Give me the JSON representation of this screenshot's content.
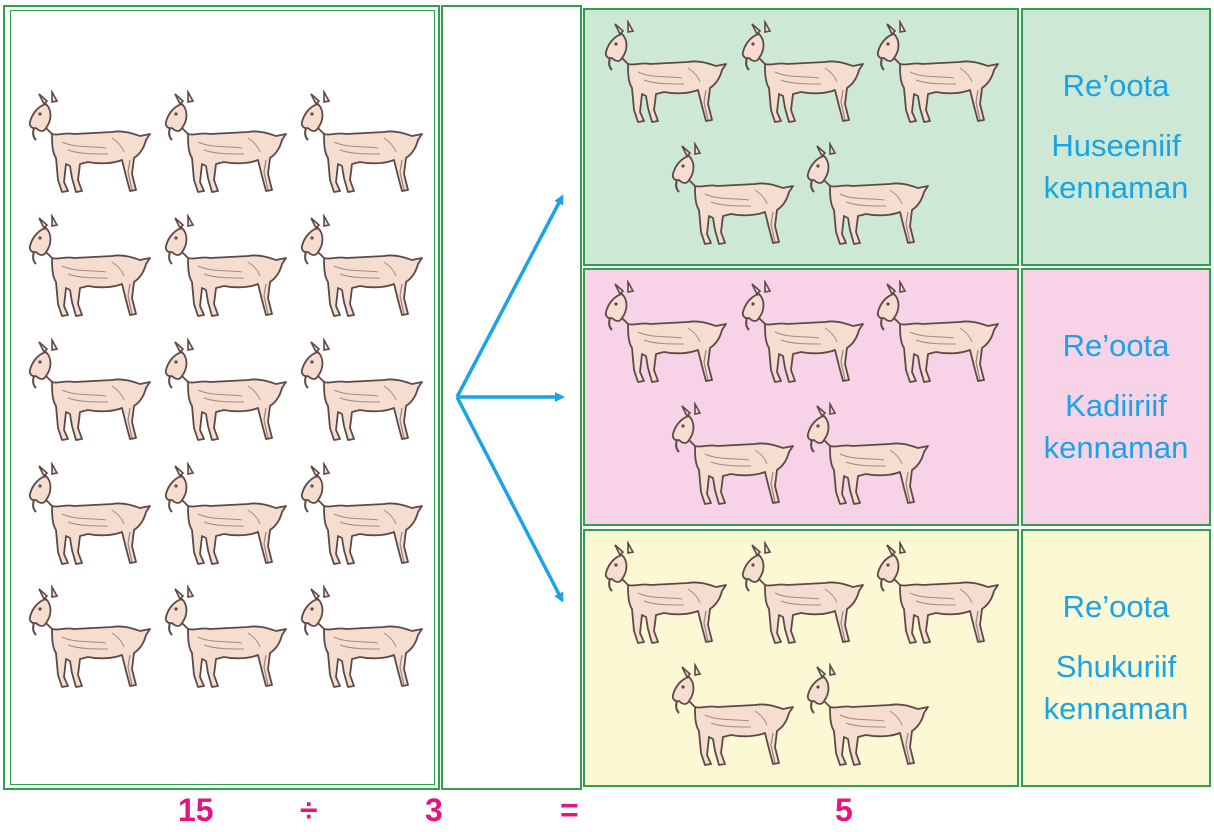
{
  "colors": {
    "border": "#2ea24a",
    "arrow": "#1aa4e6",
    "label_text": "#1aa4e6",
    "equation_text": "#e6147f",
    "group_backgrounds": [
      "#cde8d4",
      "#f8d2e6",
      "#fdf8d4"
    ],
    "goat_body": "#f5ddd0",
    "goat_outline": "#5c4a48"
  },
  "total_goats": 15,
  "groups": [
    {
      "name": "green",
      "line1": "Re’oota",
      "line2": "Huseeniif",
      "line3": "kennaman",
      "goats": 5
    },
    {
      "name": "pink",
      "line1": "Re’oota",
      "line2": "Kadiiriif",
      "line3": "kennaman",
      "goats": 5
    },
    {
      "name": "yellow",
      "line1": "Re’oota",
      "line2": "Shukuriif",
      "line3": "kennaman",
      "goats": 5
    }
  ],
  "equation": {
    "dividend": "15",
    "operator": "÷",
    "divisor": "3",
    "equals": "=",
    "quotient": "5"
  }
}
